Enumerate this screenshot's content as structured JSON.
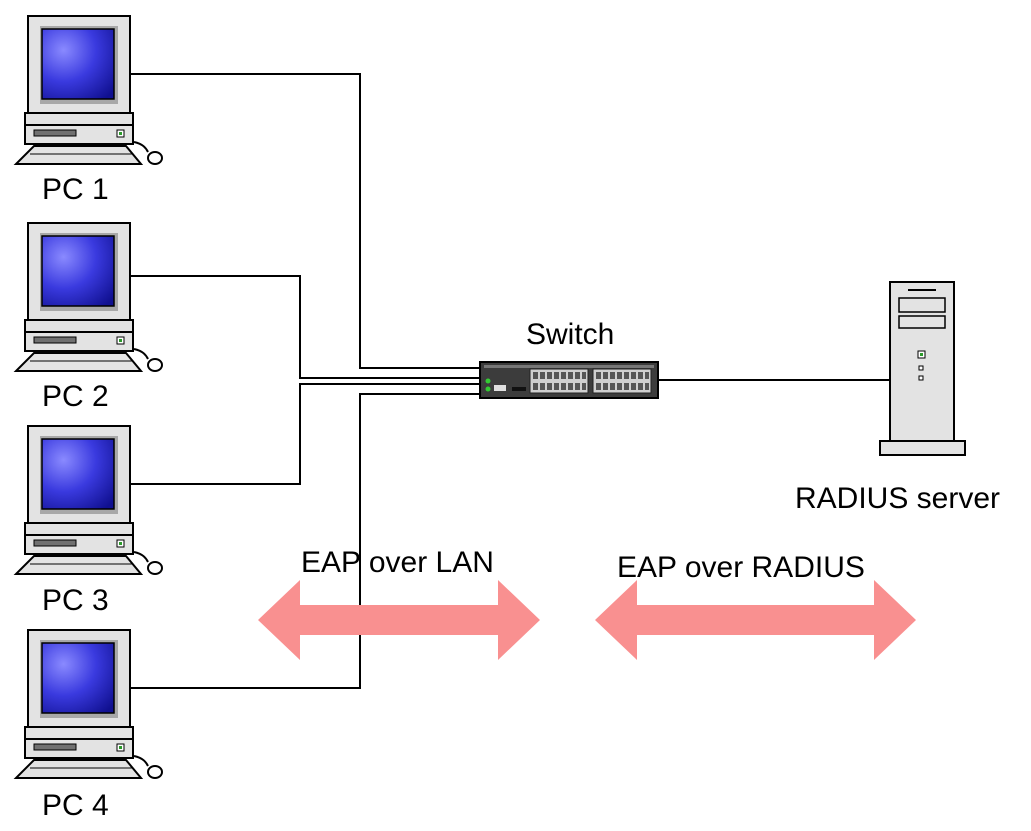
{
  "diagram": {
    "nodes": {
      "pc1": {
        "label": "PC 1"
      },
      "pc2": {
        "label": "PC 2"
      },
      "pc3": {
        "label": "PC 3"
      },
      "pc4": {
        "label": "PC 4"
      },
      "switch": {
        "label": "Switch"
      },
      "radius_server": {
        "label": "RADIUS server"
      }
    },
    "arrows": {
      "eap_lan": {
        "label": "EAP over LAN"
      },
      "eap_radius": {
        "label": "EAP over RADIUS"
      }
    },
    "colors": {
      "arrow": "#f99090",
      "screen": "#3c3ccf",
      "device_body": "#e0e0e0",
      "line": "#000000"
    }
  }
}
